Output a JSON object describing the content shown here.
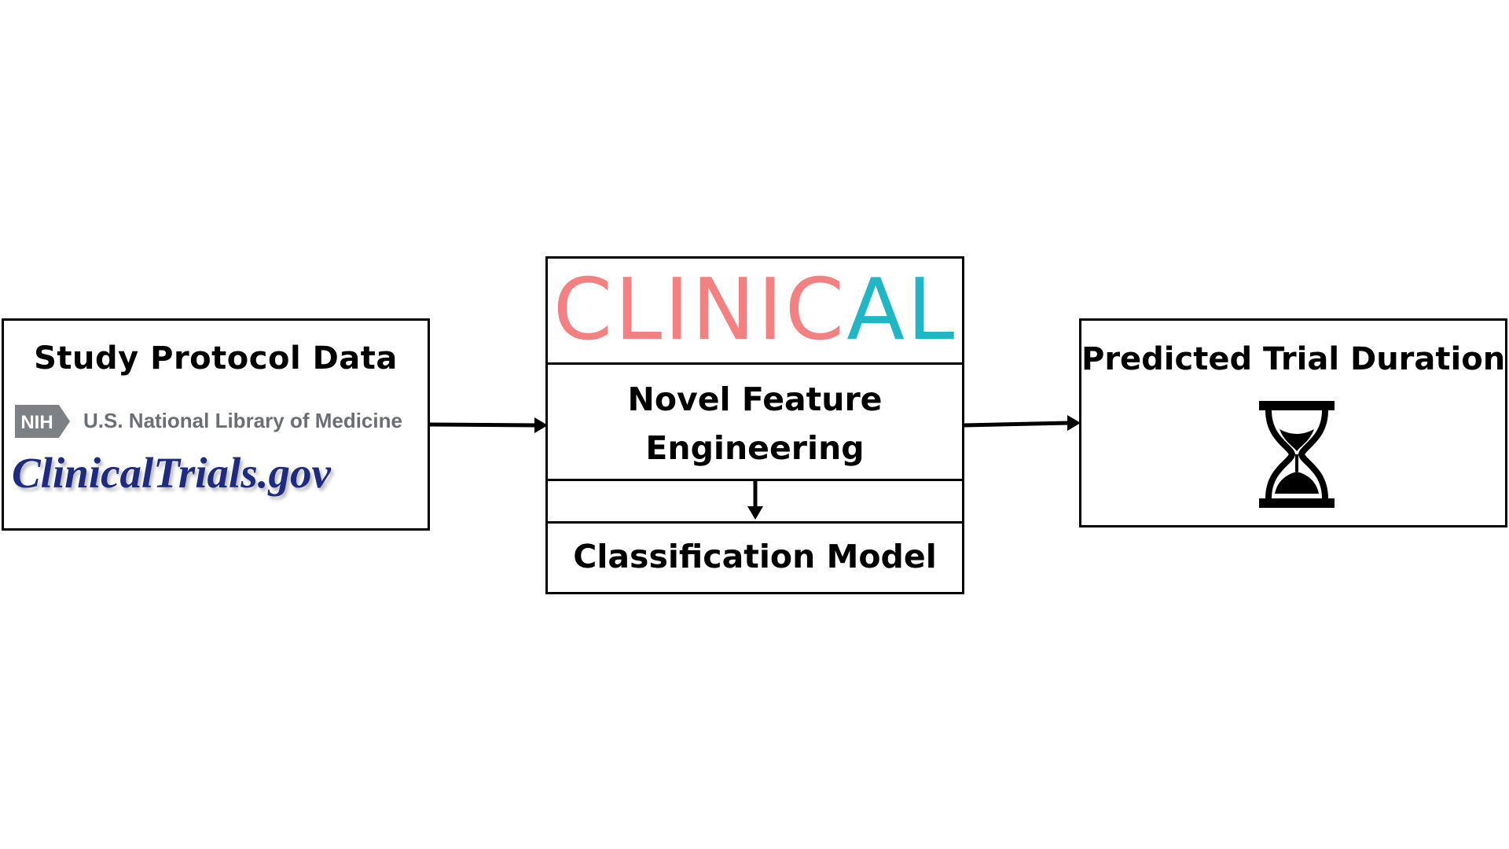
{
  "input": {
    "title": "Study Protocol Data",
    "nih_badge": "NIH",
    "nih_line": "U.S. National Library of Medicine",
    "ct_logo": "ClinicalTrials.gov"
  },
  "model": {
    "logo_part1": "CLINIC",
    "logo_part2": "A",
    "logo_part3": "L",
    "feature_line1": "Novel Feature",
    "feature_line2": "Engineering",
    "classification": "Classification Model"
  },
  "output": {
    "title": "Predicted Trial Duration",
    "icon": "hourglass-icon"
  },
  "colors": {
    "logo_pink": "#f38181",
    "logo_teal": "#1fb6c6",
    "ct_blue": "#1f2c7e",
    "nih_gray": "#6b6e72"
  }
}
